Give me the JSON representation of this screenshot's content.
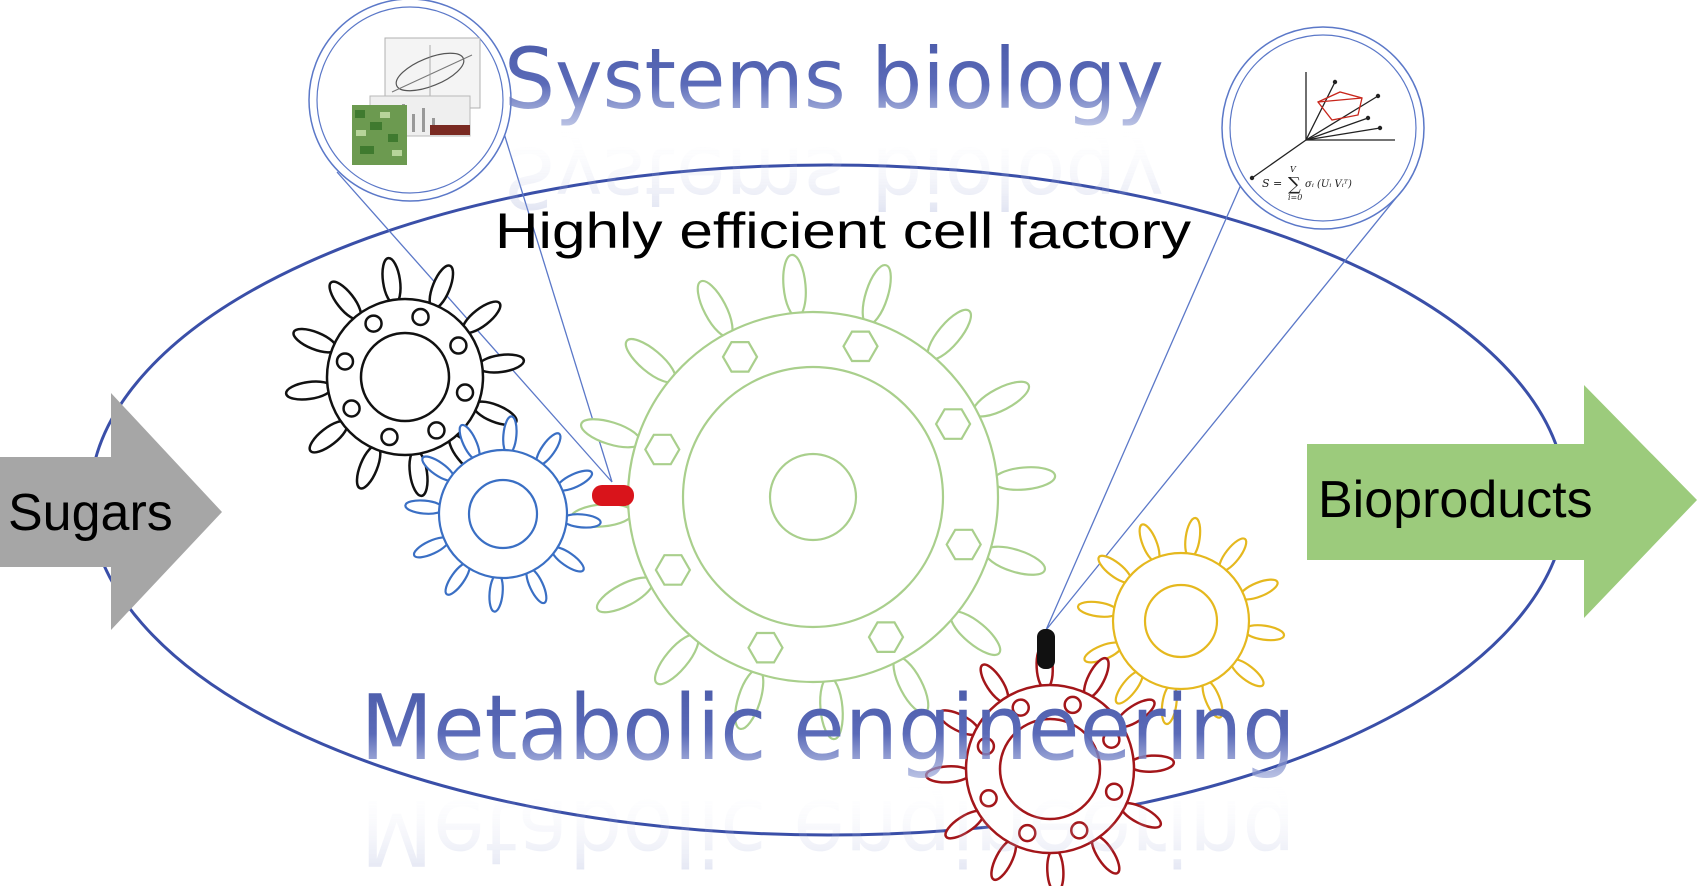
{
  "titles": {
    "top": "Systems biology",
    "bottom": "Metabolic engineering",
    "center": "Highly efficient cell factory"
  },
  "arrows": {
    "input": "Sugars",
    "output": "Bioproducts"
  },
  "insets": {
    "right_formula_lhs": "S =",
    "right_formula_sum": "∑",
    "right_formula_upper": "V",
    "right_formula_lower": "i=0",
    "right_formula_rhs": "σᵢ (Uᵢ Vᵢᵀ)"
  },
  "colors": {
    "cell_outline": "#3a4fa8",
    "title_blue": "#4a5aa8",
    "sugars_arrow": "#a6a6a6",
    "bioproducts_arrow": "#9ccb7c",
    "gear_black": "#111111",
    "gear_blue": "#3a6fc4",
    "gear_green": "#a9cf8c",
    "gear_red": "#a3161a",
    "gear_yellow": "#e5b81e",
    "connector_red": "#d9141b",
    "connector_black": "#111111",
    "pointer_lines": "#5b78c8"
  }
}
